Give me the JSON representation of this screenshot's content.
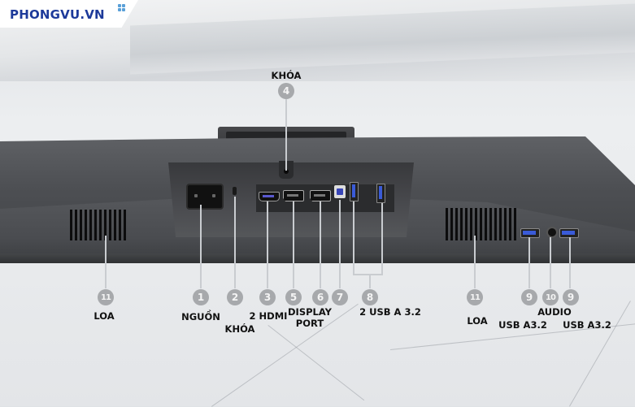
{
  "brand": {
    "logo_text": "PHONGVU.VN",
    "logo_color": "#1d3a9a",
    "logo_dots_color": "#5aa0d8"
  },
  "colors": {
    "marker_fill": "#a7a9ac",
    "marker_text": "#f4f4f4",
    "label_text": "#111111",
    "leader_line": "#c9ccd0",
    "monitor_body": "#4d4f53",
    "usb_blue": "#3a5bd8"
  },
  "callouts": [
    {
      "number": "1",
      "label": "NGUỒN",
      "port": "power-socket"
    },
    {
      "number": "2",
      "label": "KHÓA",
      "port": "kensington-lock-slot"
    },
    {
      "number": "3",
      "label": "2 HDMI",
      "port": "hdmi-port"
    },
    {
      "number": "4",
      "label": "KHÓA",
      "port": "stand-lock"
    },
    {
      "number": "5",
      "label": "DISPLAY PORT",
      "label_line1": "DISPLAY",
      "label_line2": "PORT",
      "port": "displayport-1"
    },
    {
      "number": "6",
      "label": "",
      "port": "displayport-2"
    },
    {
      "number": "7",
      "label": "",
      "port": "usb-b-upstream"
    },
    {
      "number": "8",
      "label": "2 USB A 3.2",
      "port": "usb-a-rear"
    },
    {
      "number": "9",
      "label": "USB A3.2",
      "port": "usb-a-side-left"
    },
    {
      "number": "10",
      "label": "AUDIO",
      "port": "audio-jack"
    },
    {
      "number": "9",
      "label": "USB A3.2",
      "port": "usb-a-side-right"
    },
    {
      "number": "11",
      "label": "LOA",
      "port": "speaker-left"
    },
    {
      "number": "11",
      "label": "LOA",
      "port": "speaker-right"
    }
  ]
}
